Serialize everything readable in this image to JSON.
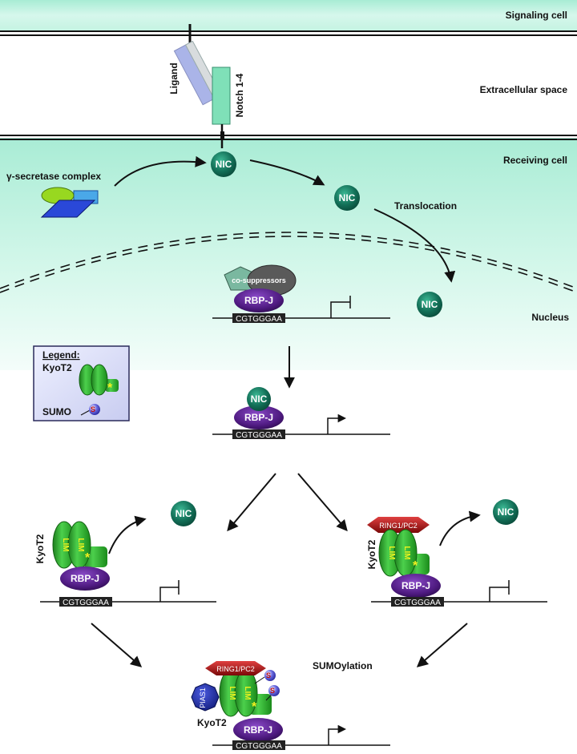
{
  "regions": {
    "signaling_cell": "Signaling cell",
    "extracellular_space": "Extracellular space",
    "receiving_cell": "Receiving cell",
    "nucleus": "Nucleus"
  },
  "molecules": {
    "ligand": "Ligand",
    "notch": "Notch 1-4",
    "nic": "NIC",
    "gamma_secretase": "γ-secretase complex",
    "co_suppressors": "co-suppressors",
    "rbpj": "RBP-J",
    "dna_sequence": "CGTGGGAA",
    "kyot2": "KyoT2",
    "lim": "LIM",
    "ring1_pc2": "RING1/PC2",
    "pias1": "PIAS1",
    "sumo_glyph": "S"
  },
  "processes": {
    "translocation": "Translocation",
    "sumoylation": "SUMOylation"
  },
  "legend": {
    "title": "Legend:",
    "kyot2": "KyoT2",
    "sumo": "SUMO"
  },
  "colors": {
    "cell_bg": "#b9f0dc",
    "nic": "#1a7a60",
    "rbpj": "#5a1e8c",
    "kyot2": "#2aa82a",
    "ring1": "#b01818",
    "pias1": "#1a2aa0",
    "notch": "#7fe0b8",
    "ligand": "#aab4e8"
  }
}
